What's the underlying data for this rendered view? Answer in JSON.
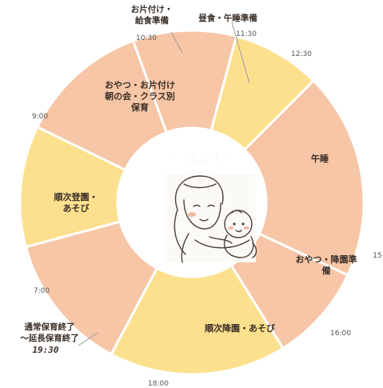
{
  "title": "〜園での１日〜",
  "colors": {
    "peach": "#f7c6a6",
    "yellow": "#fde08e",
    "border": "#ffffff",
    "title": "#f2a07e"
  },
  "segments": [
    {
      "id": "meal-prep",
      "lines": [
        "お片付け・",
        "給食準備"
      ],
      "color": "peach"
    },
    {
      "id": "lunch-nap-prep",
      "lines": [
        "昼食・午睡準備"
      ],
      "color": "yellow"
    },
    {
      "id": "nap",
      "lines": [
        "午睡"
      ],
      "color": "peach"
    },
    {
      "id": "snack-pickup-prep",
      "lines": [
        "おやつ・降園準",
        "備"
      ],
      "color": "peach"
    },
    {
      "id": "pickup-play",
      "lines": [
        "順次降園・あそび"
      ],
      "color": "yellow"
    },
    {
      "id": "regular-care-end",
      "lines": [
        "通常保育終了",
        "〜延長保育終了"
      ],
      "extra": "19:30",
      "color": "peach"
    },
    {
      "id": "arrival-play",
      "lines": [
        "順次登園・",
        "あそび"
      ],
      "color": "yellow"
    },
    {
      "id": "morning",
      "lines": [
        "おやつ・お片付け",
        "朝の会・クラス別",
        "保育"
      ],
      "color": "peach"
    }
  ],
  "time_marks": [
    {
      "id": "t1030",
      "label": "10:30"
    },
    {
      "id": "t1130",
      "label": "11:30"
    },
    {
      "id": "t1230",
      "label": "12:30"
    },
    {
      "id": "t15",
      "label": "15"
    },
    {
      "id": "t1600",
      "label": "16:00"
    },
    {
      "id": "t1800",
      "label": "18:00"
    },
    {
      "id": "t700",
      "label": "7:00"
    },
    {
      "id": "t900",
      "label": "9:00"
    }
  ],
  "illustration_icon": "mother-holding-baby-icon"
}
